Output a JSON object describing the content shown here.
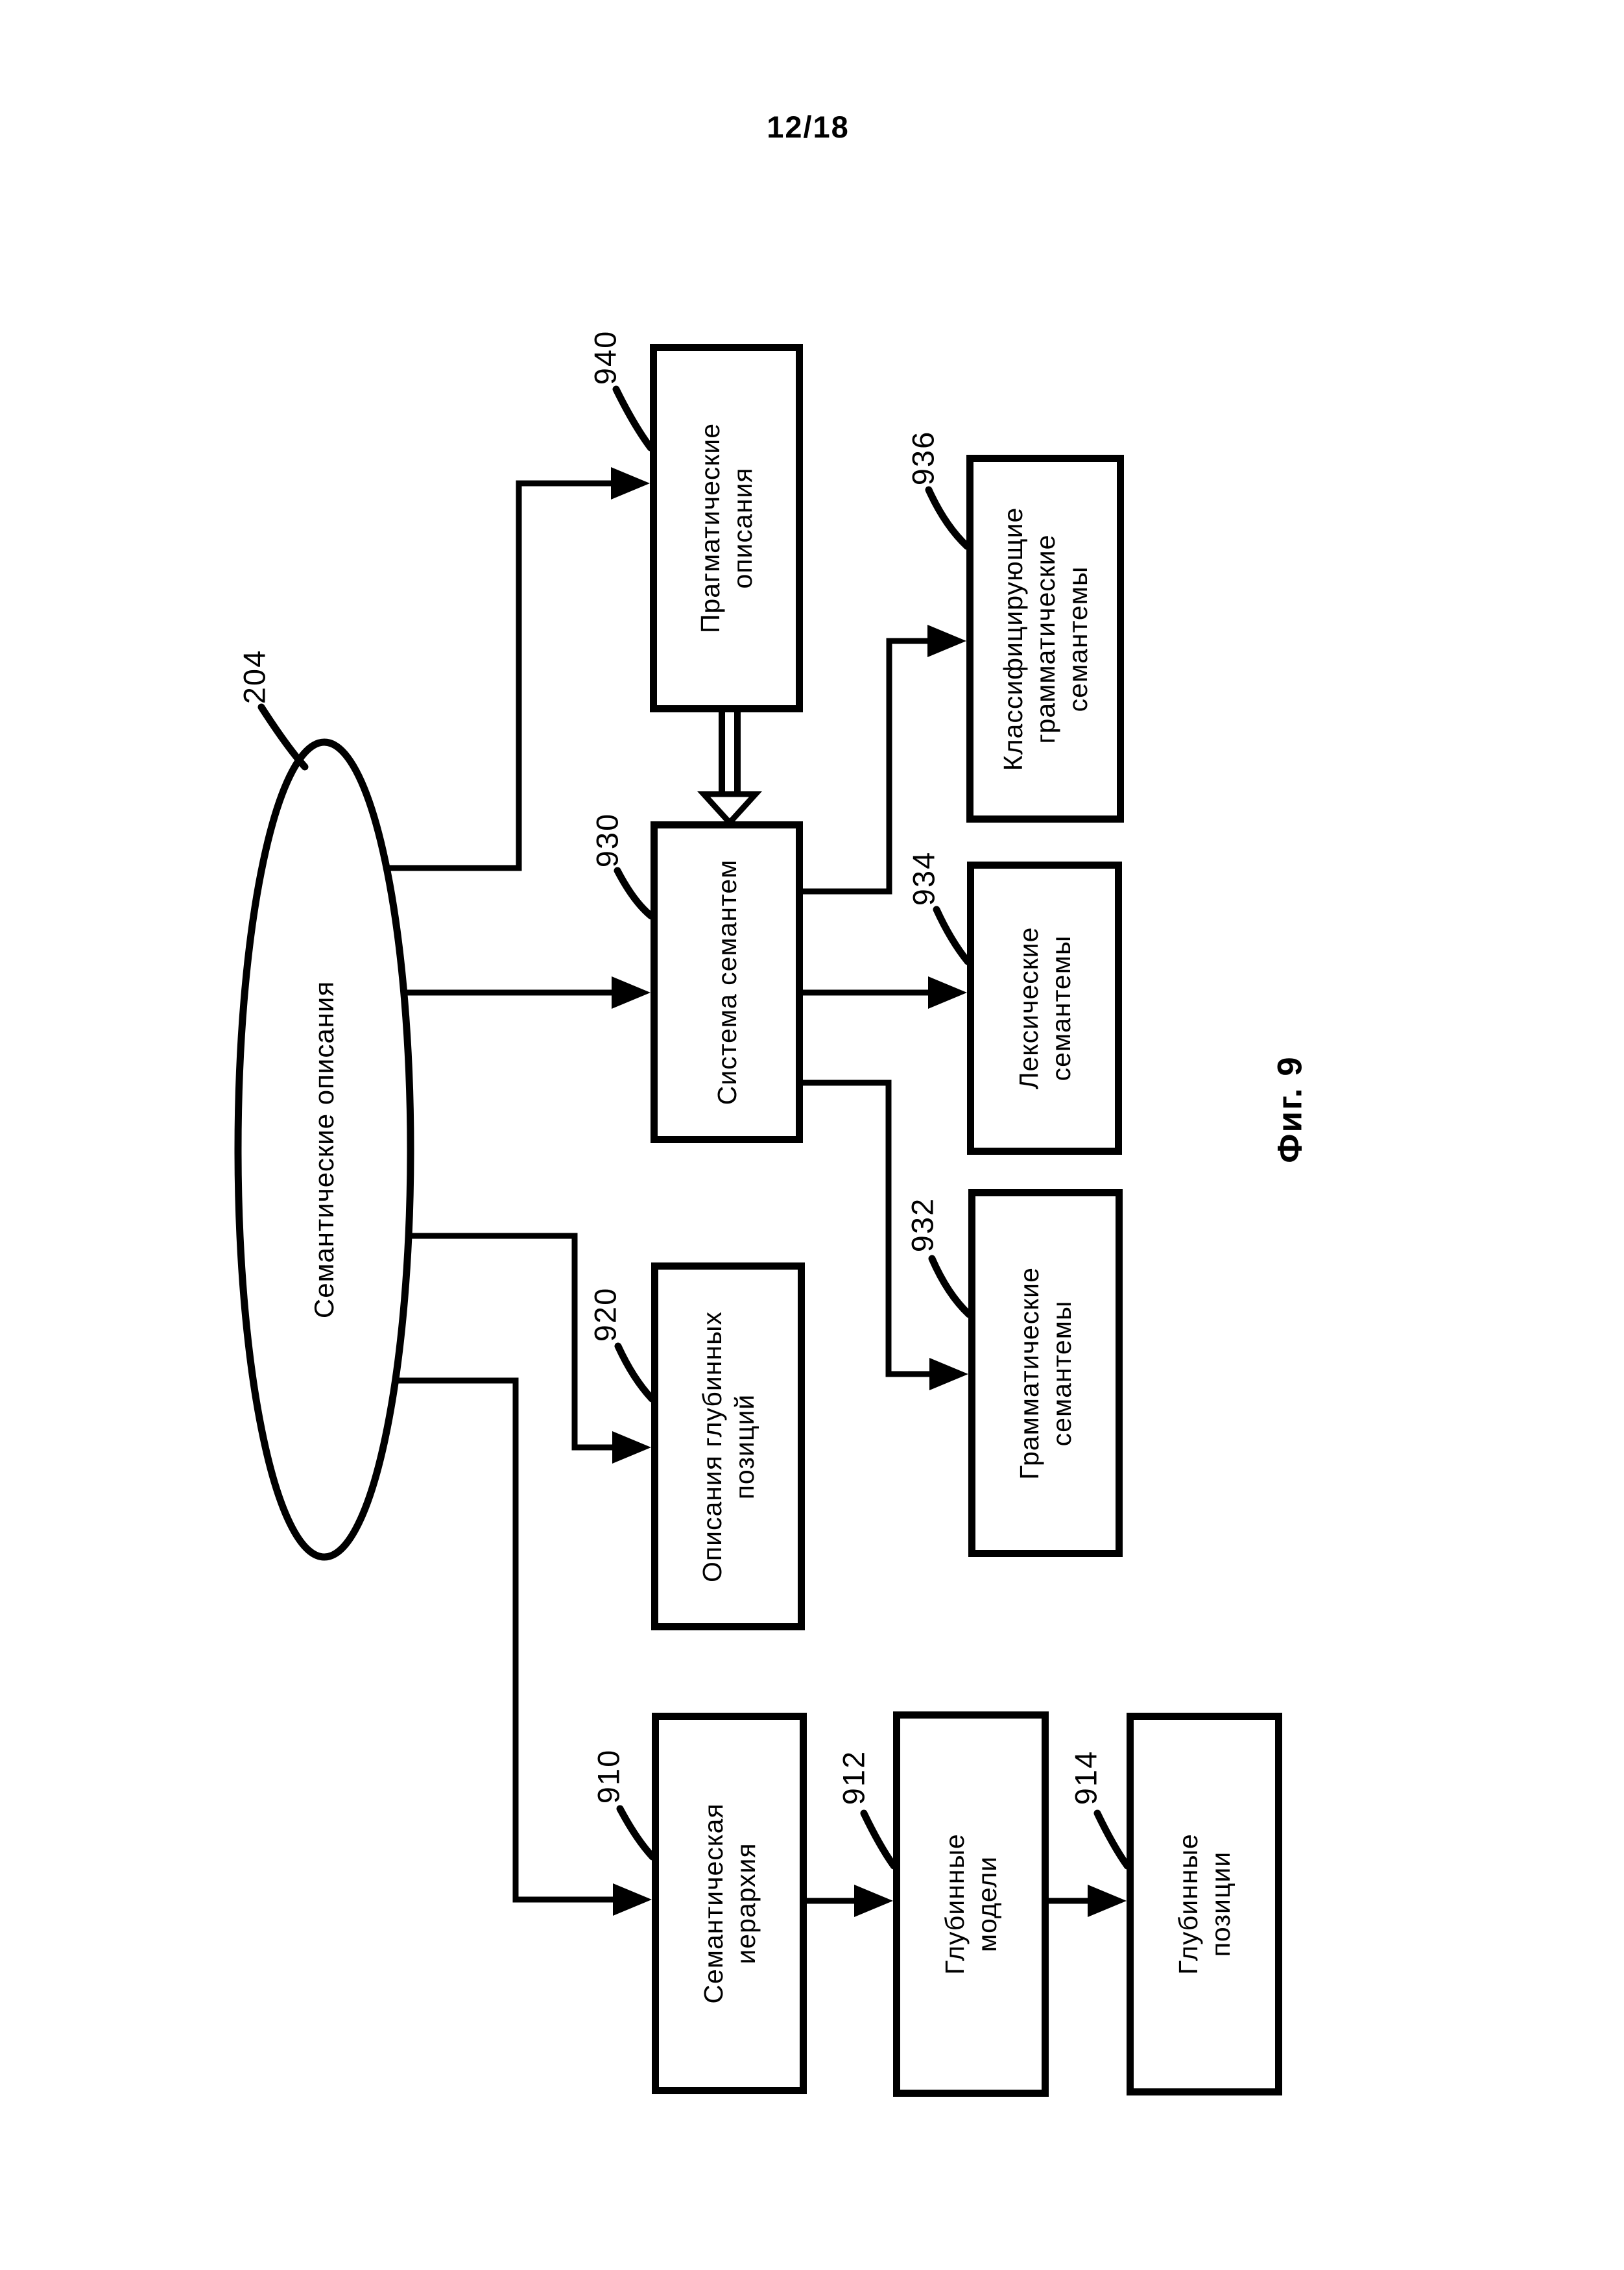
{
  "page": {
    "number": "12/18",
    "caption": "Фиг. 9"
  },
  "nodes": {
    "e204": {
      "ref": "204",
      "label": "Семантические описания"
    },
    "b940": {
      "ref": "940",
      "label": "Прагматические\nописания"
    },
    "b930": {
      "ref": "930",
      "label": "Система семантем"
    },
    "b936": {
      "ref": "936",
      "label": "Классифицирующие\nграмматические\nсемантемы"
    },
    "b934": {
      "ref": "934",
      "label": "Лексические\nсемантемы"
    },
    "b932": {
      "ref": "932",
      "label": "Грамматические\nсемантемы"
    },
    "b920": {
      "ref": "920",
      "label": "Описания глубинных\nпозиций"
    },
    "b910": {
      "ref": "910",
      "label": "Семантическая\nиерархия"
    },
    "b912": {
      "ref": "912",
      "label": "Глубинные\nмодели"
    },
    "b914": {
      "ref": "914",
      "label": "Глубинные\nпозиции"
    }
  },
  "colors": {
    "ink": "#000000",
    "paper": "#ffffff"
  }
}
